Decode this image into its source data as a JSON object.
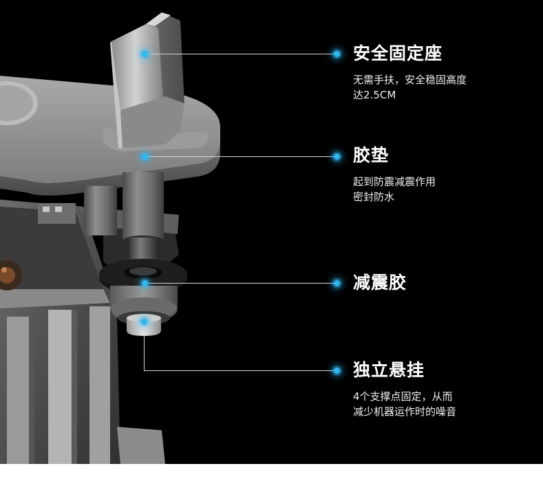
{
  "features": [
    {
      "title": "安全固定座",
      "desc_lines": [
        "无需手扶，安全稳固高度",
        "达2.5CM"
      ]
    },
    {
      "title": "胶垫",
      "desc_lines": [
        "起到防震减震作用",
        "密封防水"
      ]
    },
    {
      "title": "减震胶",
      "desc_lines": []
    },
    {
      "title": "独立悬挂",
      "desc_lines": [
        "4个支撑点固定，从而",
        "减少机器运作时的噪音"
      ]
    }
  ],
  "colors": {
    "background": "#000000",
    "accent_dot": "#2fb8f0",
    "leader_line": "#d8d8d8",
    "text": "#ffffff",
    "footer": "#ffffff"
  },
  "icons": [
    "marker-dot-icon"
  ]
}
